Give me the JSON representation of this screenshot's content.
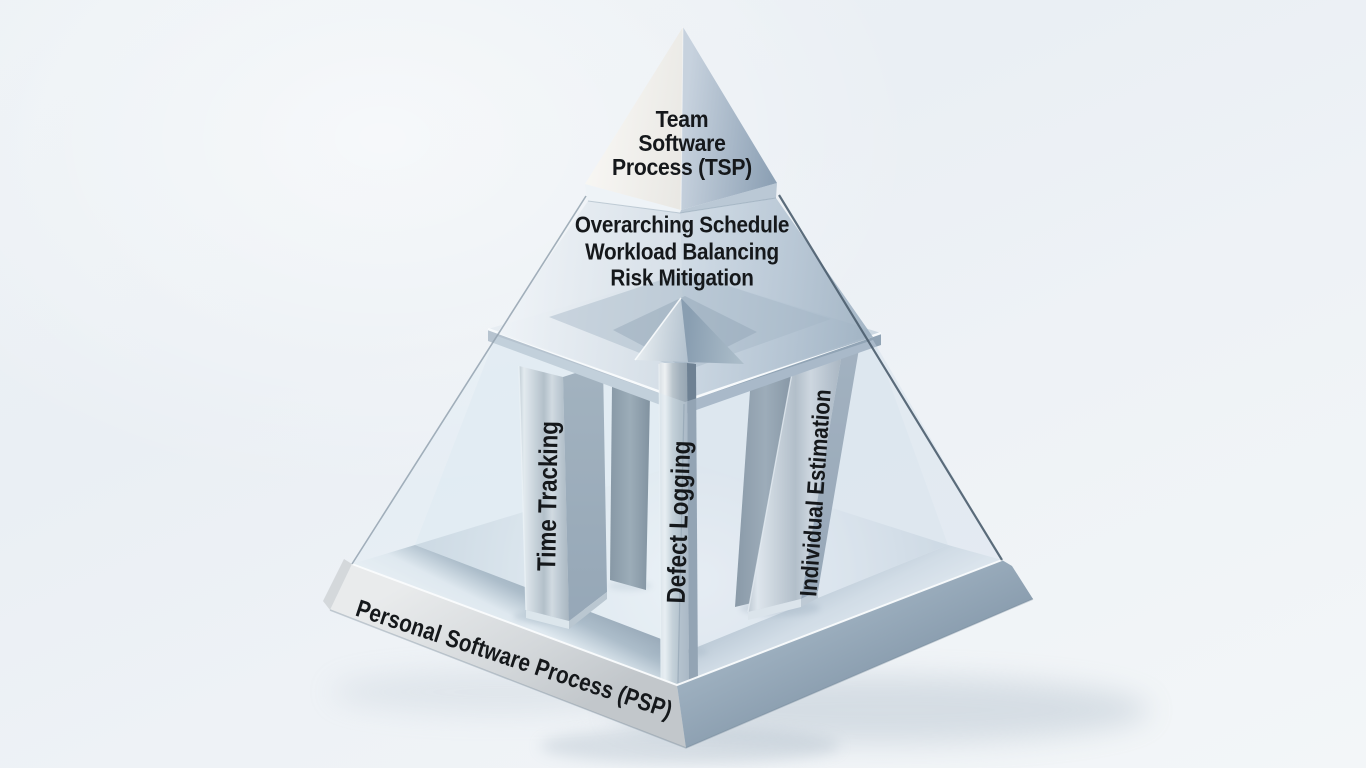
{
  "diagram": {
    "top": {
      "label": "Team\nSoftware\nProcess (TSP)"
    },
    "middle_band": {
      "label": "Overarching Schedule\nWorkload Balancing\nRisk Mitigation"
    },
    "pillars": [
      {
        "label": "Time Tracking"
      },
      {
        "label": "Defect Logging"
      },
      {
        "label": "Individual Estimation"
      }
    ],
    "base": {
      "label": "Personal Software Process (PSP)"
    },
    "colors": {
      "background": "#eef2f6",
      "metal_silver": "#d9dee2",
      "metal_blue_gray": "#8fa3b5",
      "glass_tint": "#dce9f2",
      "label_text": "#15181b"
    }
  }
}
